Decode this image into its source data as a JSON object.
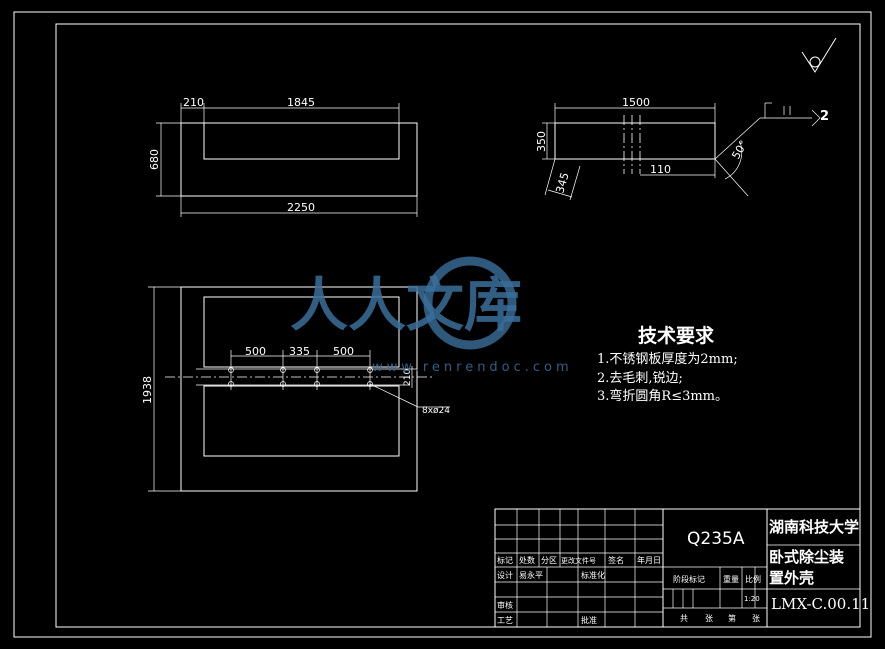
{
  "drawing": {
    "top_view": {
      "dims": {
        "d210": "210",
        "d1845": "1845",
        "d680": "680",
        "d2250": "2250"
      }
    },
    "side_view": {
      "dims": {
        "d1500": "1500",
        "d350": "350",
        "d110": "110",
        "d345": "345",
        "angle": "50°"
      },
      "weld_symbol_number": "2"
    },
    "plan_view": {
      "dims": {
        "d500a": "500",
        "d335": "335",
        "d500b": "500",
        "d1938": "1938",
        "d210": "210"
      },
      "hole_callout": "8xø24"
    },
    "tech_req": {
      "title": "技术要求",
      "items": [
        "1.不锈钢板厚度为2mm;",
        "2.去毛刺,锐边;",
        "3.弯折圆角R≤3mm。"
      ]
    },
    "watermark": {
      "text": "人人文库",
      "url": "www.renrendoc.com"
    }
  },
  "title_block": {
    "material": "Q235A",
    "school": "湖南科技大学",
    "part_name_line1": "卧式除尘装",
    "part_name_line2": "置外壳",
    "drawing_no": "LMX-C.00.11",
    "scale": "1:20",
    "labels": {
      "biaoji": "标记",
      "chushu": "处数",
      "fenqu": "分区",
      "gengai": "更改文件号",
      "qianming": "签名",
      "nianyueri": "年月日",
      "sheji": "设计",
      "designer": "易永平",
      "biaozhunhua": "标准化",
      "jieduan": "阶段标记",
      "zhongliang": "重量",
      "bili": "比例",
      "shenhe": "审核",
      "gongyi": "工艺",
      "pizhun": "批准",
      "gong": "共",
      "zhang": "张",
      "di": "第",
      "zhang2": "张"
    }
  }
}
